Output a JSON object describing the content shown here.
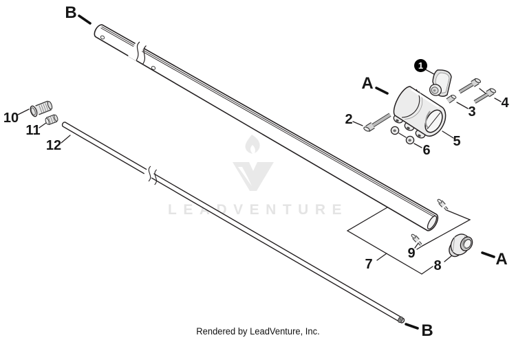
{
  "watermark": {
    "text": "LEADVENTURE"
  },
  "footer": {
    "text": "Rendered by LeadVenture, Inc."
  },
  "callouts": {
    "b_top": "B",
    "b_bottom": "B",
    "a_coupler": "A",
    "a_nut": "A",
    "c1": "1",
    "c2": "2",
    "c3": "3",
    "c4": "4",
    "c5": "5",
    "c6": "6",
    "c7": "7",
    "c8": "8",
    "c9": "9",
    "c10": "10",
    "c11": "11",
    "c12": "12"
  },
  "colors": {
    "outline": "#231f20",
    "part_fill": "#ececec",
    "part_shade": "#bfbfbf",
    "badge_bg": "#000000",
    "badge_text": "#ffffff",
    "watermark_gray": "#e4e4e4",
    "background": "#ffffff"
  }
}
